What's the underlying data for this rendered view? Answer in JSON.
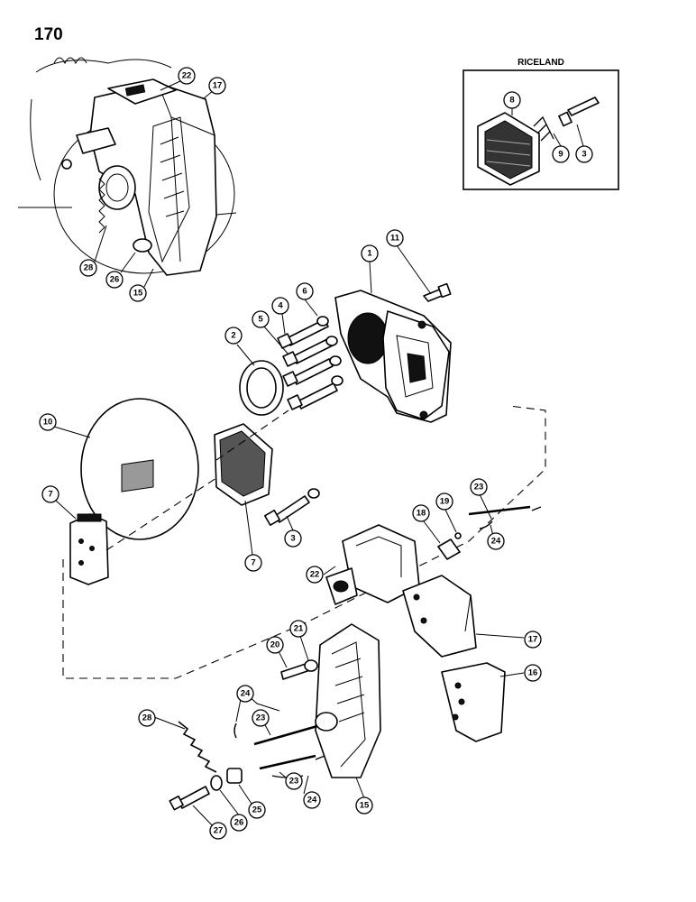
{
  "page": {
    "number": "170"
  },
  "inset": {
    "title": "RICELAND"
  },
  "callouts": {
    "c1": "1",
    "c2": "2",
    "c3": "3",
    "c3b": "3",
    "c4": "4",
    "c5": "5",
    "c6": "6",
    "c7a": "7",
    "c7b": "7",
    "c8": "8",
    "c9": "9",
    "c10": "10",
    "c11": "11",
    "c15a": "15",
    "c15b": "15",
    "c16": "16",
    "c17a": "17",
    "c17b": "17",
    "c18": "18",
    "c19": "19",
    "c20": "20",
    "c21": "21",
    "c22a": "22",
    "c22b": "22",
    "c23a": "23",
    "c23b": "23",
    "c23c": "23",
    "c24a": "24",
    "c24b": "24",
    "c24c": "24",
    "c25": "25",
    "c26a": "26",
    "c26b": "26",
    "c27": "27",
    "c28a": "28",
    "c28b": "28"
  }
}
